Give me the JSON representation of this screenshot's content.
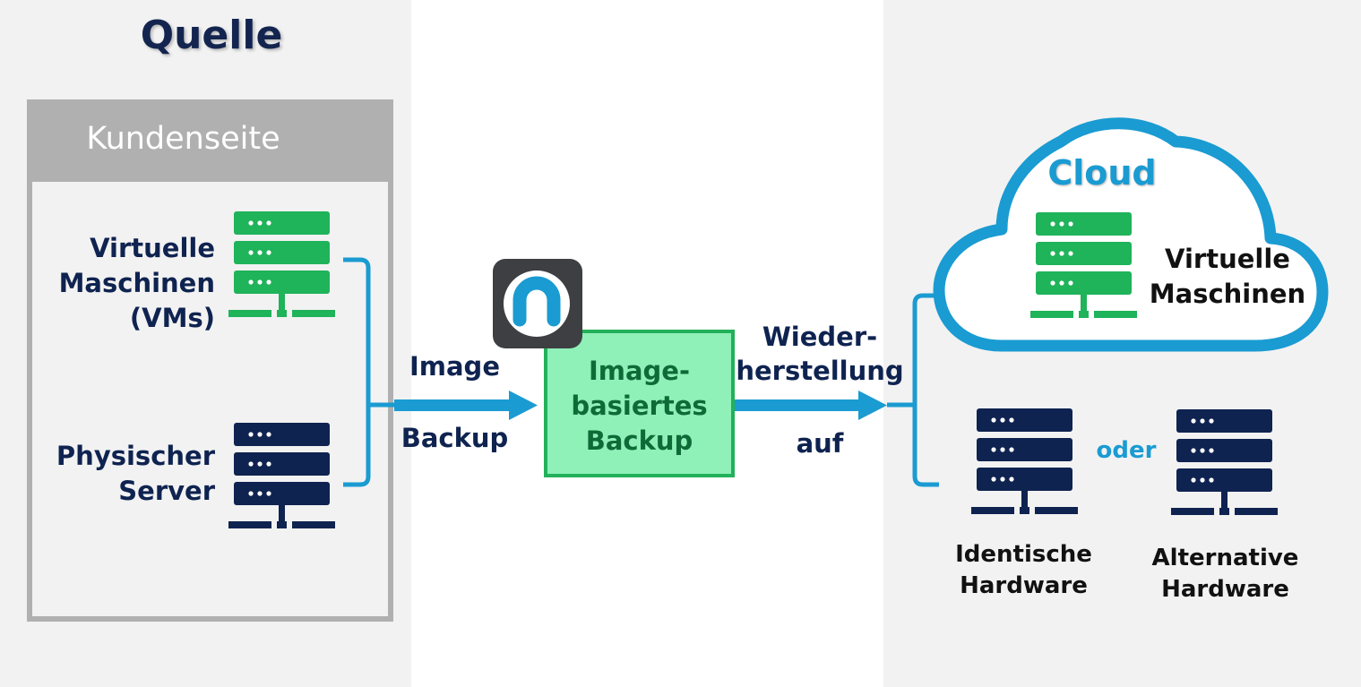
{
  "source": {
    "title": "Quelle",
    "customer_side_title": "Kundenseite",
    "vm_label_lines": [
      "Virtuelle",
      "Maschinen",
      "(VMs)"
    ],
    "physical_label_lines": [
      "Physischer",
      "Server"
    ]
  },
  "process": {
    "arrow_in_top": "Image",
    "arrow_in_bottom": "Backup",
    "box_lines": [
      "Image-",
      "basiertes",
      "Backup"
    ],
    "arrow_out_top_lines": [
      "Wieder-",
      "herstellung"
    ],
    "arrow_out_bottom": "auf"
  },
  "targets": {
    "cloud_title": "Cloud",
    "cloud_vm_lines": [
      "Virtuelle",
      "Maschinen"
    ],
    "or_label": "oder",
    "identical_lines": [
      "Identische",
      "Hardware"
    ],
    "alternative_lines": [
      "Alternative",
      "Hardware"
    ]
  },
  "icons": {
    "vm_server": "server-stack-icon",
    "physical_server": "server-stack-icon",
    "app": "backup-app-logo-icon",
    "cloud": "cloud-icon"
  },
  "colors": {
    "panel_bg": "#f2f2f2",
    "navy": "#0f2350",
    "green_server": "#1fb35a",
    "arrow_blue": "#1a9bd2",
    "box_fill": "#8ff0b8",
    "box_border": "#22b15a",
    "customer_header": "#b0b0b0"
  }
}
